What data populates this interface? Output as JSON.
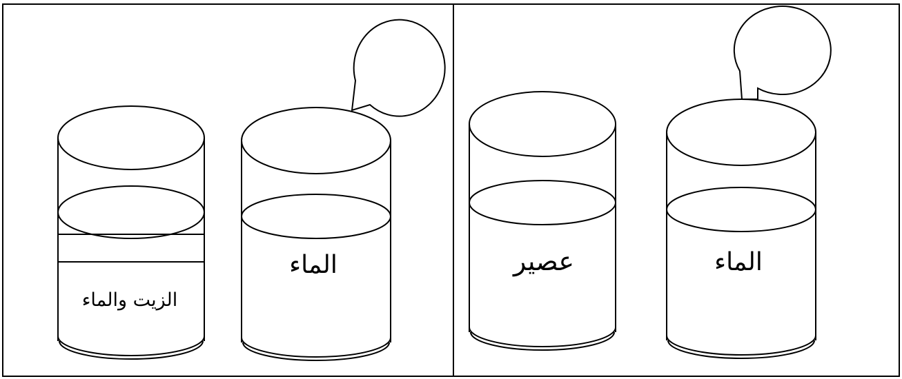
{
  "panels": [
    {
      "glasses": [
        {
          "label": "الزيت والماء"
        },
        {
          "label": "الماء",
          "speech_bubble": ""
        }
      ]
    },
    {
      "glasses": [
        {
          "label": "عصير"
        },
        {
          "label": "الماء",
          "speech_bubble": ""
        }
      ]
    }
  ],
  "colors": {
    "line": "#000000",
    "background": "#ffffff"
  }
}
